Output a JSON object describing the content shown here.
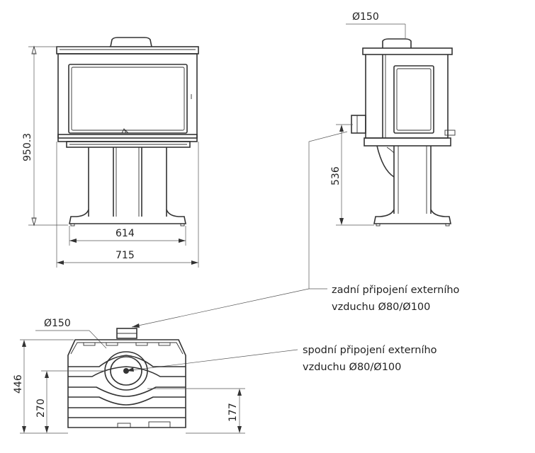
{
  "front_view": {
    "height_dim": "950.3",
    "base_width_dim": "614",
    "overall_width_dim": "715"
  },
  "side_view": {
    "flue_dim": "Ø150",
    "leg_height_dim": "536"
  },
  "top_view": {
    "flue_dim": "Ø150",
    "depth_dim": "446",
    "offset_dim": "270",
    "inlet_offset_dim": "177"
  },
  "notes": {
    "rear_line1": "zadní připojení externího",
    "rear_line2": "vzduchu Ø80/Ø100",
    "bottom_line1": "spodní připojení externího",
    "bottom_line2": "vzduchu Ø80/Ø100"
  },
  "colors": {
    "line": "#333333",
    "background": "#ffffff"
  }
}
